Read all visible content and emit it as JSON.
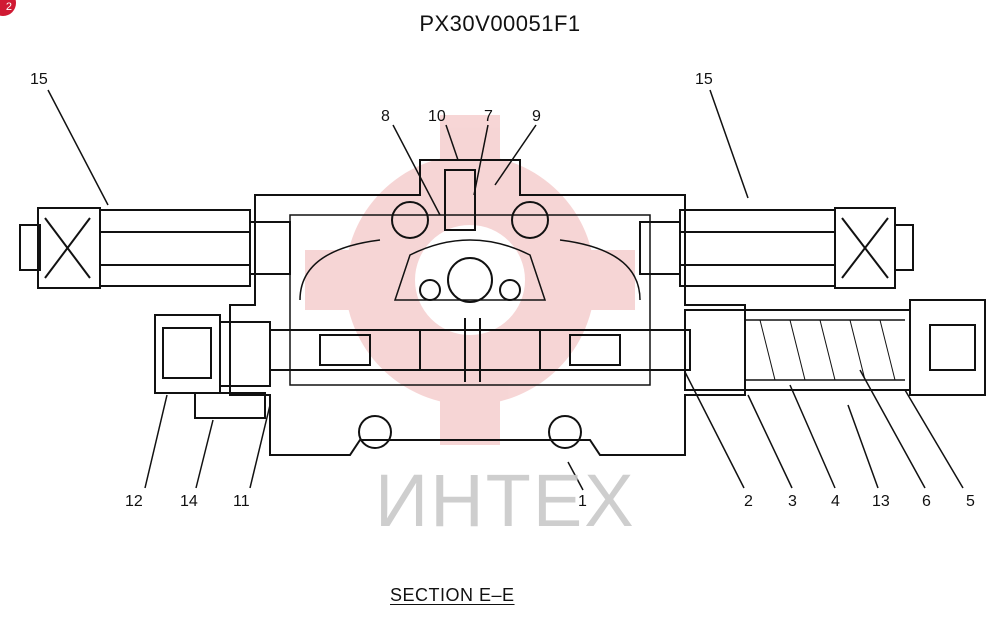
{
  "header": {
    "drawing_code": "PX30V00051F1",
    "badge_text": "2"
  },
  "watermark": {
    "text": "ИНТЕХ",
    "color": "#e88a8a"
  },
  "callouts": [
    {
      "id": "c15l",
      "label": "15"
    },
    {
      "id": "c15r",
      "label": "15"
    },
    {
      "id": "c8",
      "label": "8"
    },
    {
      "id": "c10",
      "label": "10"
    },
    {
      "id": "c7",
      "label": "7"
    },
    {
      "id": "c9",
      "label": "9"
    },
    {
      "id": "c12",
      "label": "12"
    },
    {
      "id": "c14",
      "label": "14"
    },
    {
      "id": "c11",
      "label": "11"
    },
    {
      "id": "c1",
      "label": "1"
    },
    {
      "id": "c2",
      "label": "2"
    },
    {
      "id": "c3",
      "label": "3"
    },
    {
      "id": "c4",
      "label": "4"
    },
    {
      "id": "c13",
      "label": "13"
    },
    {
      "id": "c6",
      "label": "6"
    },
    {
      "id": "c5",
      "label": "5"
    }
  ],
  "caption": {
    "section_title": "SECTION  E–E"
  }
}
